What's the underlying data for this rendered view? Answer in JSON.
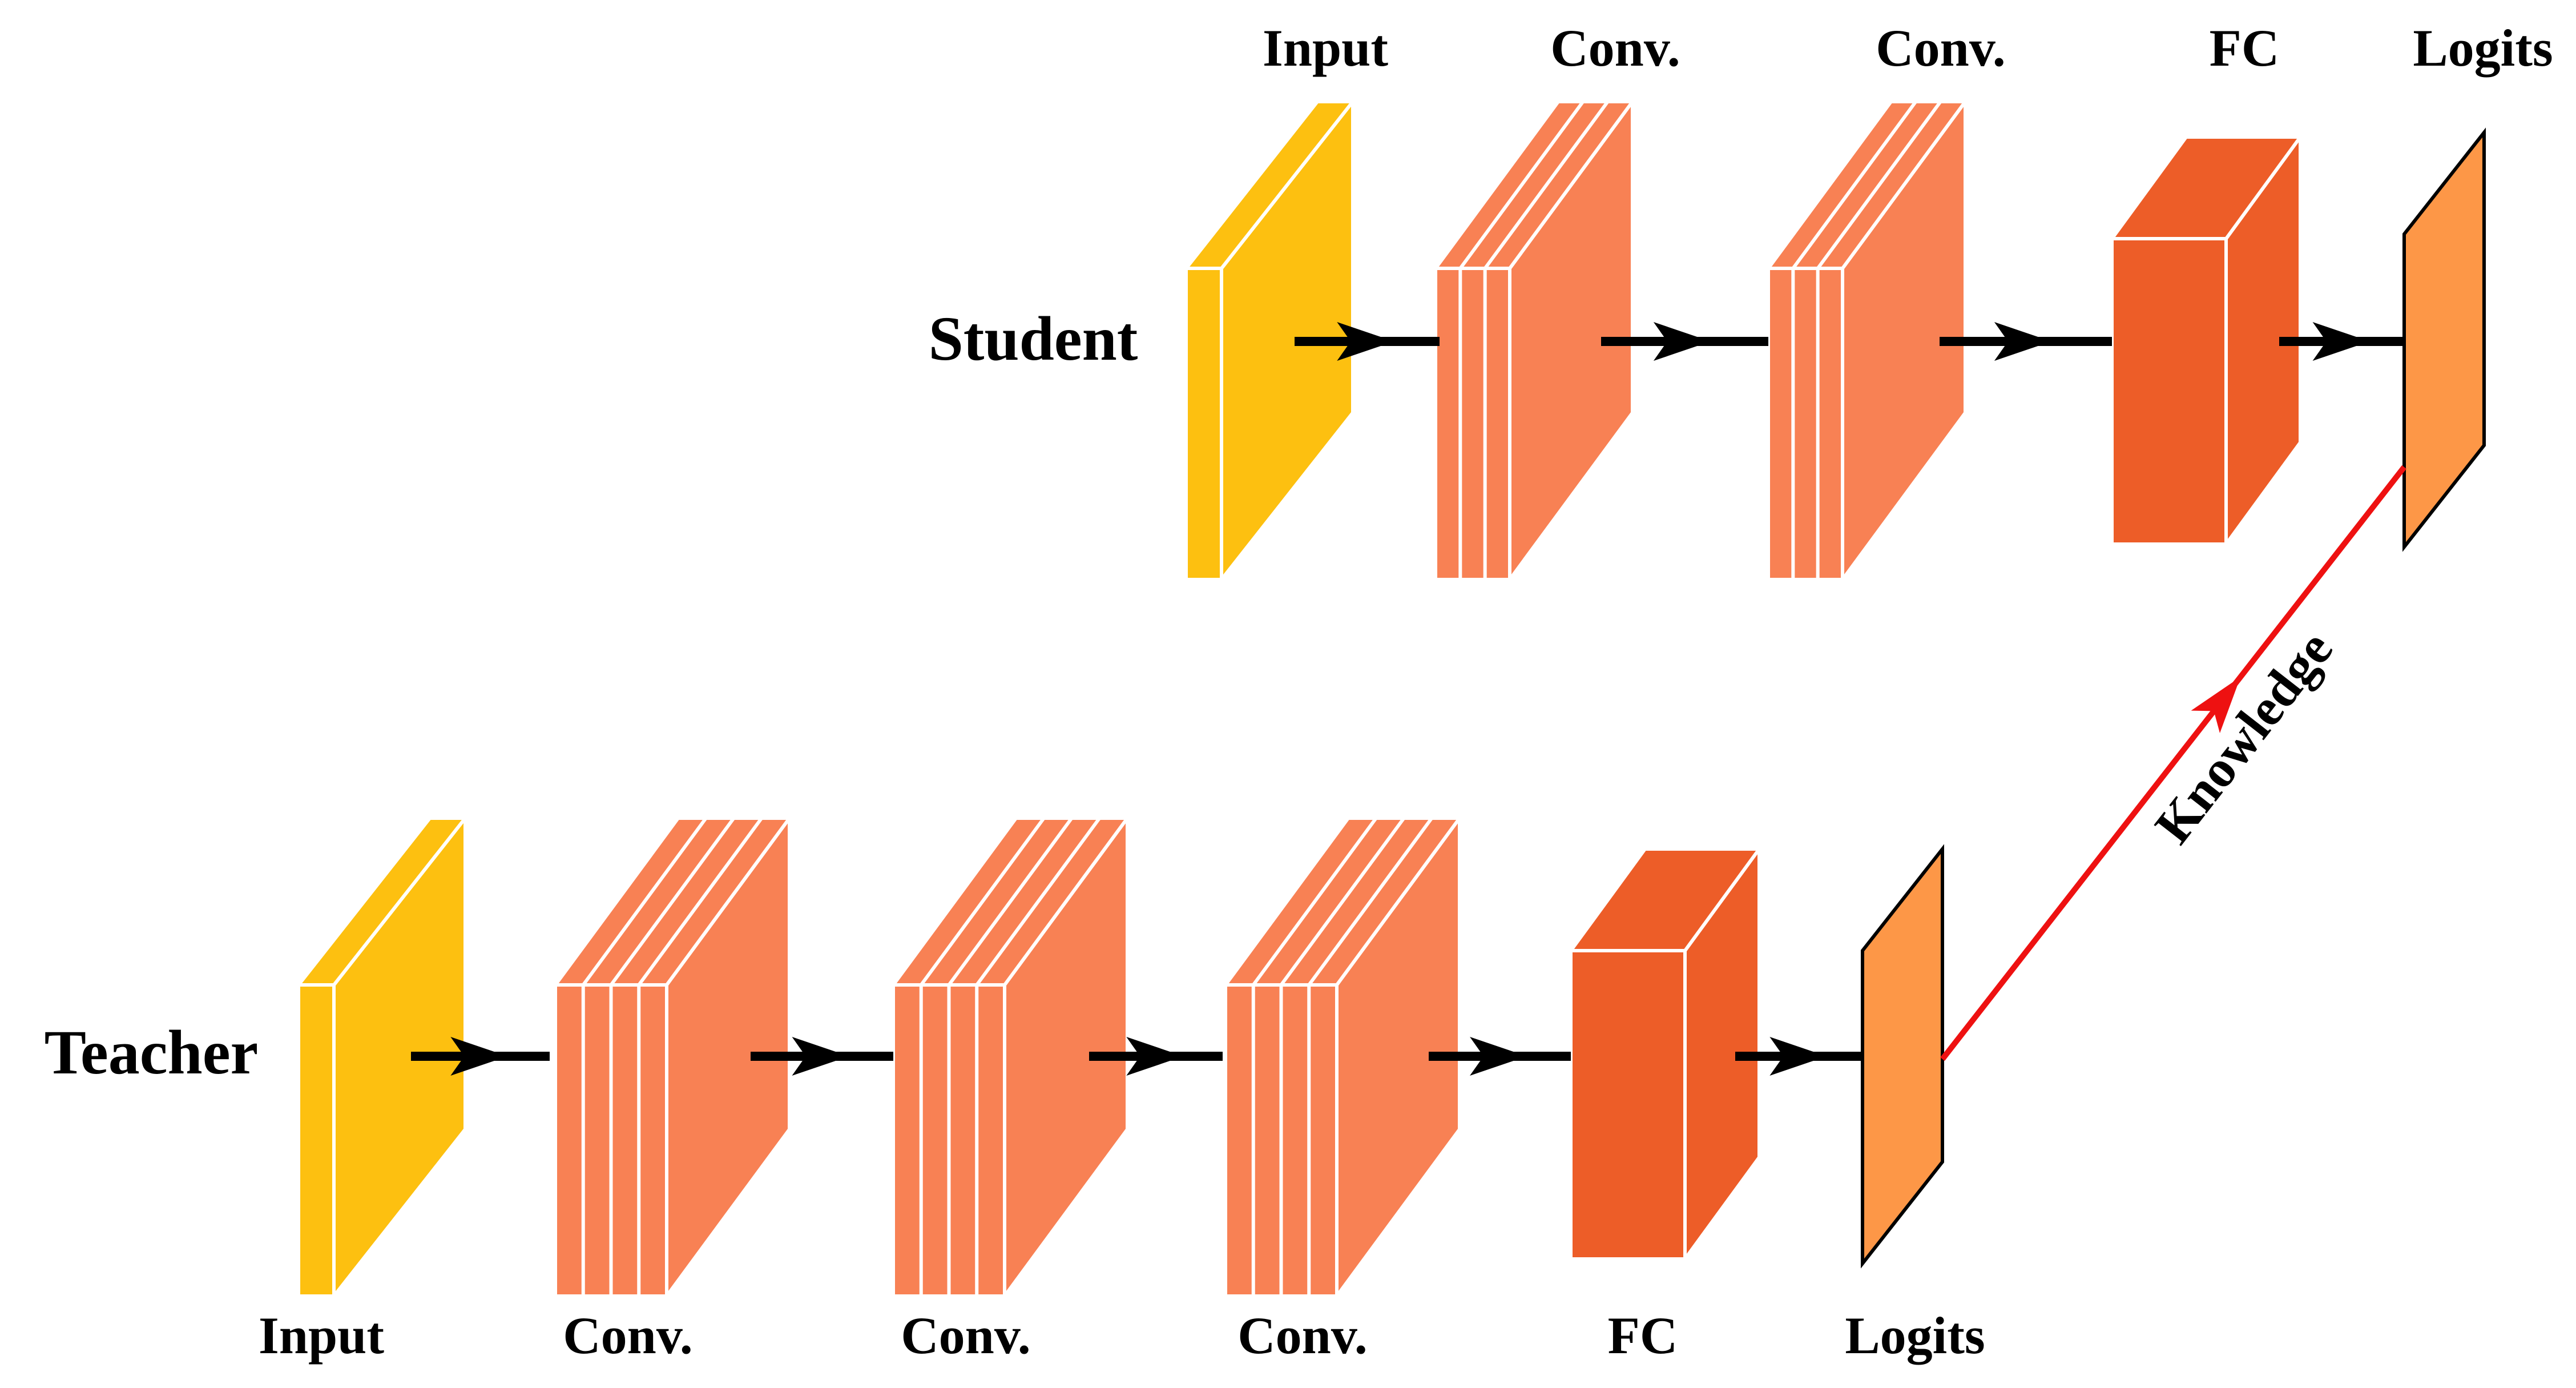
{
  "student": {
    "label": "Student",
    "layers": [
      {
        "type": "input",
        "label": "Input"
      },
      {
        "type": "conv",
        "label": "Conv."
      },
      {
        "type": "conv",
        "label": "Conv."
      },
      {
        "type": "fc",
        "label": "FC"
      },
      {
        "type": "logits",
        "label": "Logits"
      }
    ]
  },
  "teacher": {
    "label": "Teacher",
    "layers": [
      {
        "type": "input",
        "label": "Input"
      },
      {
        "type": "conv",
        "label": "Conv."
      },
      {
        "type": "conv",
        "label": "Conv."
      },
      {
        "type": "conv",
        "label": "Conv."
      },
      {
        "type": "fc",
        "label": "FC"
      },
      {
        "type": "logits",
        "label": "Logits"
      }
    ]
  },
  "knowledge": {
    "label": "Knowledge",
    "color": "#ee1111"
  },
  "colors": {
    "input_front": "#fdc010",
    "input_side": "#fdc010",
    "conv_front": "#f88154",
    "conv_side": "#f88154",
    "fc_front": "#ed5d28",
    "fc_side": "#ed5d28",
    "logits": "#fd9747",
    "arrow": "#000000"
  }
}
